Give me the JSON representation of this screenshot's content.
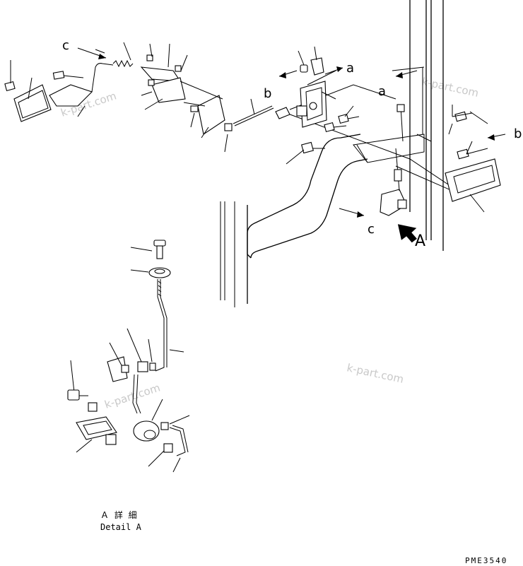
{
  "callouts": {
    "a_upper": "a",
    "a_right": "a",
    "b_mid": "b",
    "b_right": "b",
    "c_top": "c",
    "c_mid": "c",
    "view_A": "A"
  },
  "watermarks": [
    "k-part.com",
    "k-part.com",
    "k-part.com",
    "k-part.com"
  ],
  "detail": {
    "title_jp": "Ａ 詳 細",
    "title_en": "Detail A"
  },
  "drawing_code": "PME3540"
}
